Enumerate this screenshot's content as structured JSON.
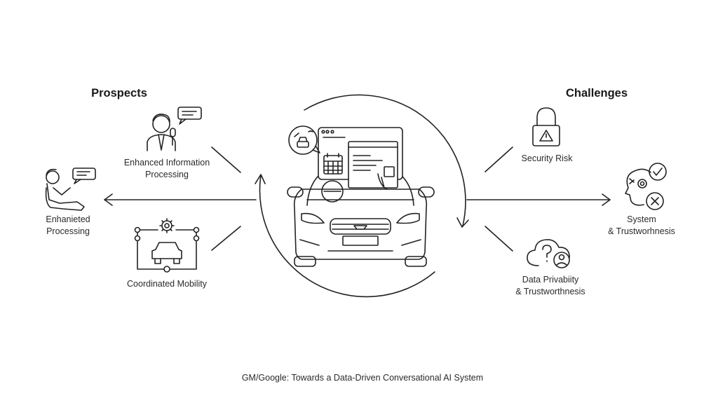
{
  "headings": {
    "prospects": "Prospects",
    "challenges": "Challenges"
  },
  "prospects": [
    {
      "line1": "Enhanced Information",
      "line2": "Processing",
      "icon": "person-microphone-icon"
    },
    {
      "line1": "Enhanieted",
      "line2": "Processing",
      "icon": "person-speech-icon"
    },
    {
      "line1": "Coordinated Mobility",
      "icon": "car-network-gear-icon"
    }
  ],
  "challenges": [
    {
      "line1": "Security Risk",
      "icon": "padlock-warning-icon"
    },
    {
      "line1": "System",
      "line2": "& Trustworhnesis",
      "icon": "head-check-cross-icon"
    },
    {
      "line1": "Data Privabiity",
      "line2": "& Trustworthnesis",
      "icon": "cloud-question-user-icon"
    }
  ],
  "center": {
    "icon": "car-dashboard-screen-icon"
  },
  "footer": "GM/Google: Towards a Data-Driven Conversational AI System",
  "colors": {
    "stroke": "#222222",
    "background": "#ffffff"
  }
}
